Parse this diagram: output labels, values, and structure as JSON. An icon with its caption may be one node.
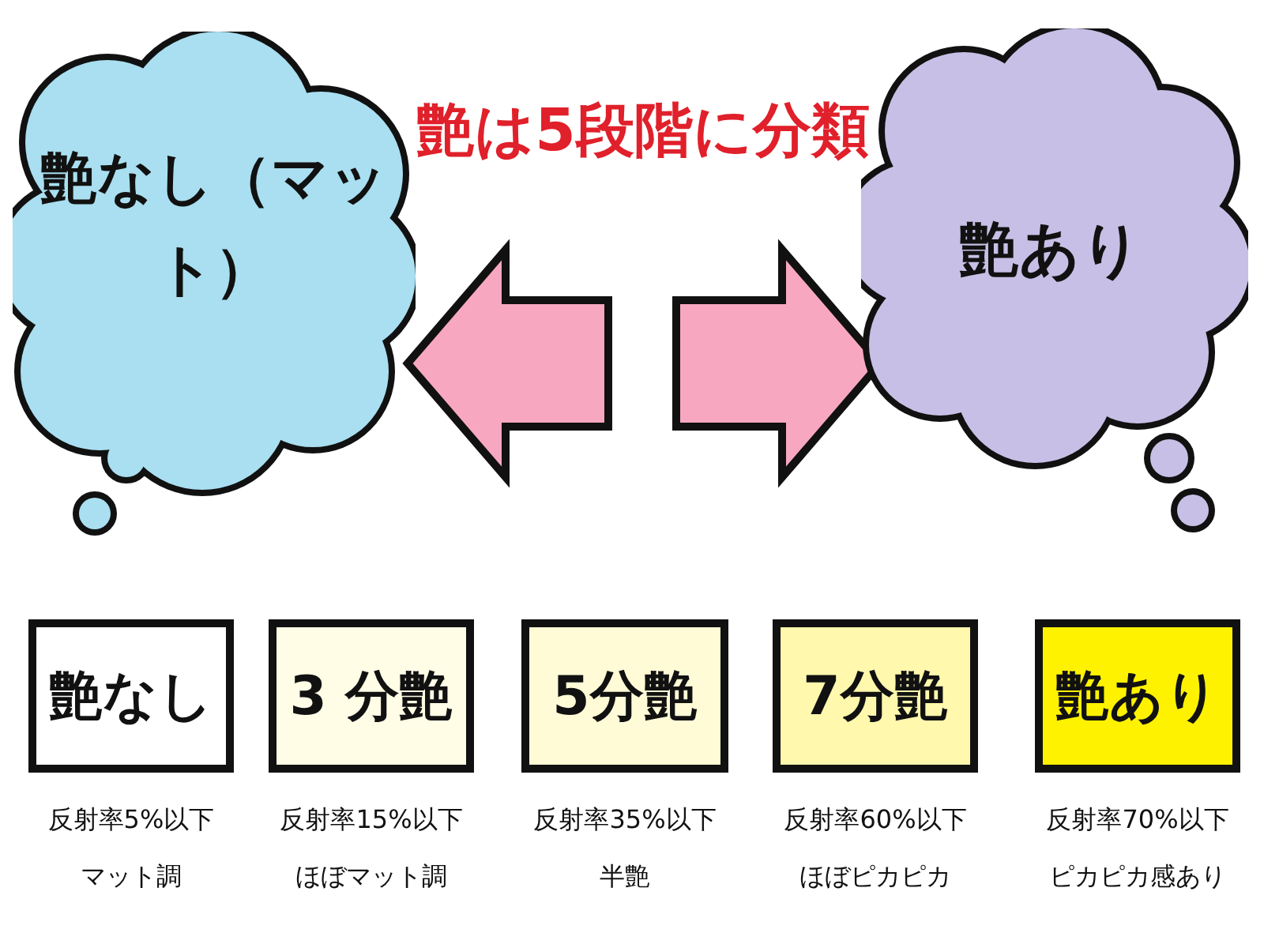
{
  "diagram": {
    "title": "艶は5段階に分類",
    "nodes": [
      {
        "text": [
          "艶なし（マット）"
        ]
      },
      {
        "text": [
          "艶あり"
        ]
      },
      {
        "text": [
          "艶なし"
        ],
        "beside": [
          "反射率5%以下",
          "マット調"
        ]
      },
      {
        "text": [
          "3 分艶"
        ],
        "beside": [
          "反射率15%以下",
          "ほぼマット調"
        ]
      },
      {
        "text": [
          "5分艶"
        ],
        "beside": [
          "反射率35%以下",
          "半艶"
        ]
      },
      {
        "text": [
          "7分艶"
        ],
        "beside": [
          "反射率60%以下",
          "ほぼピカピカ"
        ]
      },
      {
        "text": [
          "艶あり"
        ],
        "beside": [
          "反射率70%以下",
          "ピカピカ感あり"
        ]
      }
    ],
    "edges": [
      {
        "from": null,
        "to": 0,
        "arrow": "to"
      },
      {
        "from": null,
        "to": 1,
        "arrow": "to"
      }
    ]
  }
}
